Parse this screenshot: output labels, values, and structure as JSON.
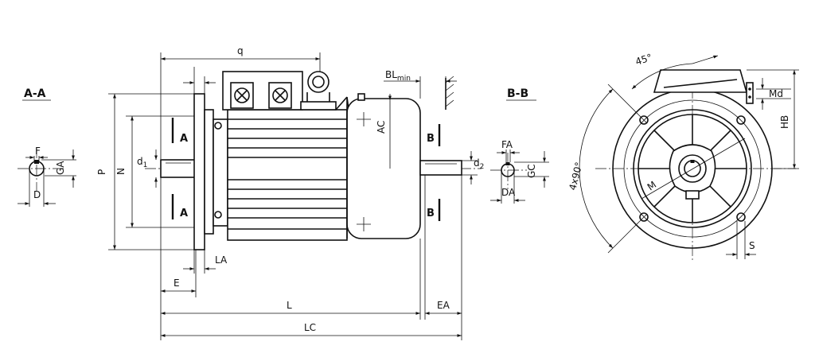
{
  "sections": {
    "aa": "A-A",
    "bb": "B-B"
  },
  "markers": {
    "a": "A",
    "b": "B"
  },
  "dims": {
    "q": "q",
    "bl": "BL",
    "bl_sub": "min",
    "ac": "AC",
    "p": "P",
    "n": "N",
    "d1": "d",
    "d1_sub": "1",
    "d2": "d",
    "d2_sub": "2",
    "la": "LA",
    "e": "E",
    "l": "L",
    "ea": "EA",
    "lc": "LC",
    "f": "F",
    "ga": "GA",
    "d": "D",
    "fa": "FA",
    "gc": "GC",
    "da": "DA",
    "angle45": "45°",
    "angle4x90": "4x90°",
    "m": "M",
    "md": "Md",
    "hb": "HB",
    "s": "S"
  }
}
